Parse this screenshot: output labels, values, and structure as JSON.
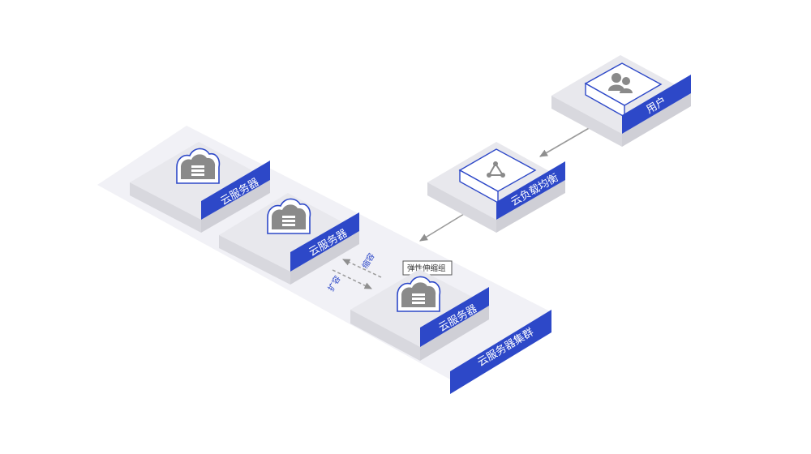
{
  "labels": {
    "user": "用户",
    "load_balancer": "云负载均衡",
    "server": "云服务器",
    "cluster": "云服务器集群",
    "scaling_group": "弹性伸缩组",
    "scale_out": "扩容",
    "scale_in": "缩容"
  },
  "colors": {
    "accent": "#2d48c8",
    "block_top": "#e8e8ed",
    "block_side": "#cfcfd6",
    "platform": "#f1f1f6",
    "arrow": "#9a9a9a",
    "icon": "#8a8a8a"
  },
  "icons": {
    "user": "person-icon",
    "load_balancer": "network-icon",
    "server": "cloud-server-icon"
  }
}
